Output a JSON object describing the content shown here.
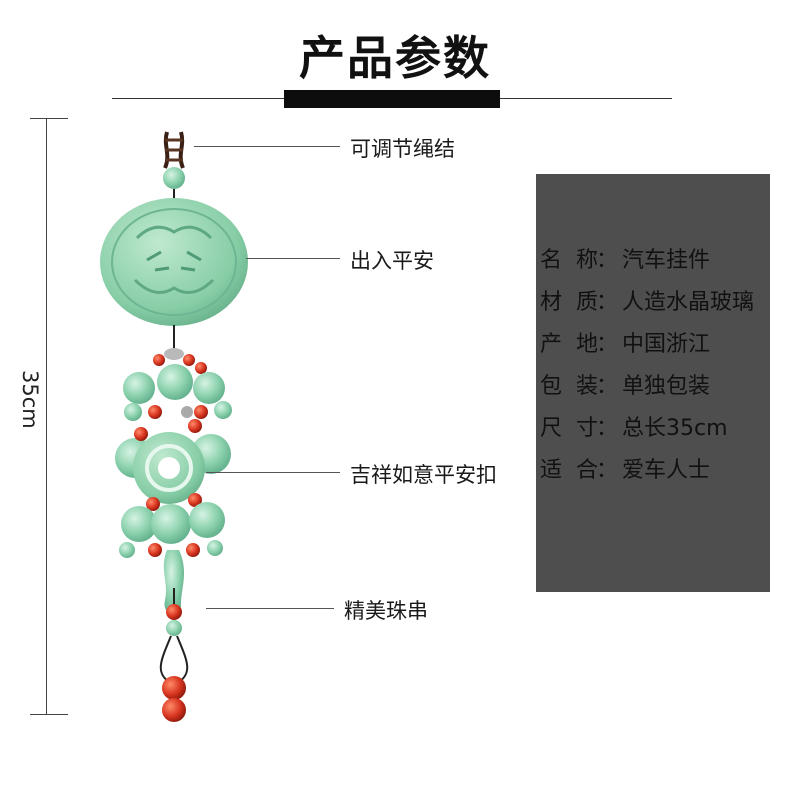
{
  "title": "产品参数",
  "ruler": {
    "label": "35cm"
  },
  "callouts": [
    {
      "label": "可调节绳结"
    },
    {
      "label": "出入平安"
    },
    {
      "label": "吉祥如意平安扣"
    },
    {
      "label": "精美珠串"
    }
  ],
  "specs": [
    {
      "key": "名称",
      "value": "汽车挂件"
    },
    {
      "key": "材质",
      "value": "人造水晶玻璃"
    },
    {
      "key": "产地",
      "value": "中国浙江"
    },
    {
      "key": "包装",
      "value": "单独包装"
    },
    {
      "key": "尺寸",
      "value": "总长35cm"
    },
    {
      "key": "适合",
      "value": "爱车人士"
    }
  ],
  "spec_separator": "：",
  "colors": {
    "jade": "#8fd3b0",
    "jade_dark": "#5fae8a",
    "red_bead": "#d8351f",
    "panel": "#4e4e4e",
    "cord": "#3a1f14"
  }
}
